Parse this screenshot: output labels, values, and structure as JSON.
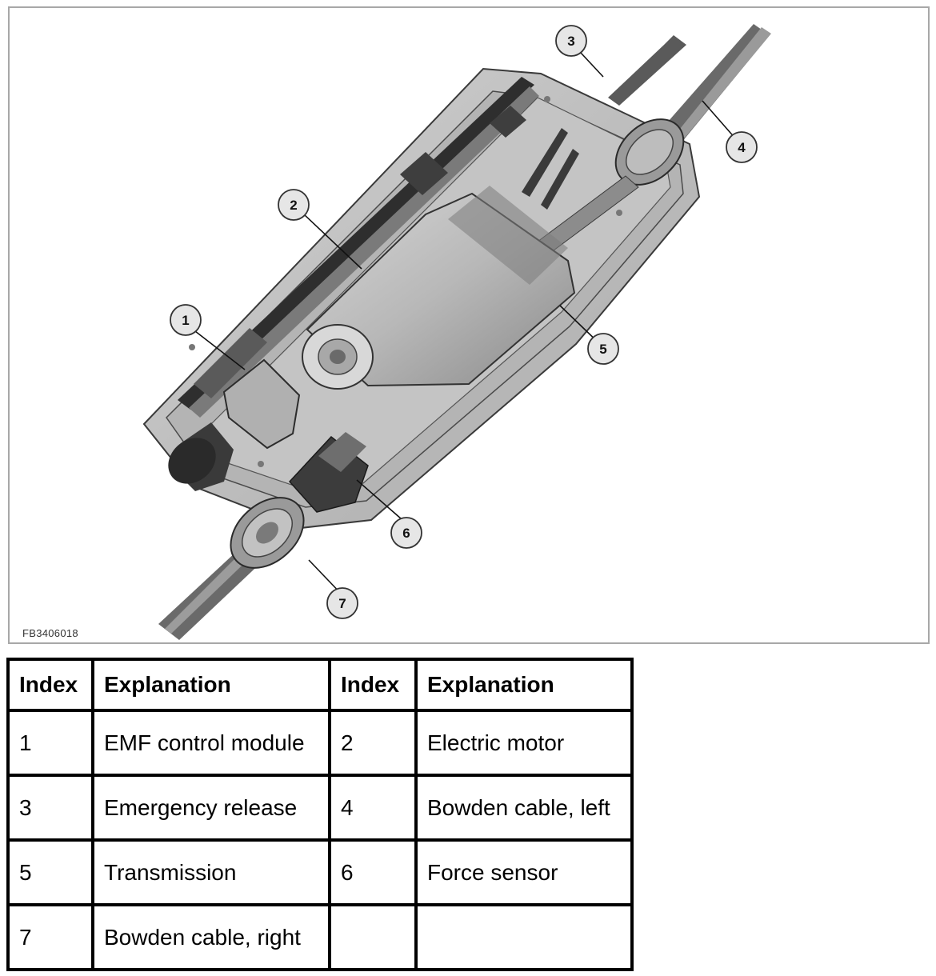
{
  "figure": {
    "code": "FB3406018",
    "callouts": [
      "1",
      "2",
      "3",
      "4",
      "5",
      "6",
      "7"
    ]
  },
  "table": {
    "headers": [
      "Index",
      "Explanation",
      "Index",
      "Explanation"
    ],
    "rows": [
      [
        "1",
        "EMF control module",
        "2",
        "Electric motor"
      ],
      [
        "3",
        "Emergency release",
        "4",
        "Bowden cable, left"
      ],
      [
        "5",
        "Transmission",
        "6",
        "Force sensor"
      ],
      [
        "7",
        "Bowden cable, right",
        "",
        ""
      ]
    ]
  },
  "colors": {
    "housing": "#c9c9c9",
    "housing_dark": "#8e8e8e",
    "cable": "#5a5a5a",
    "frame_border": "#a8a8a8"
  }
}
